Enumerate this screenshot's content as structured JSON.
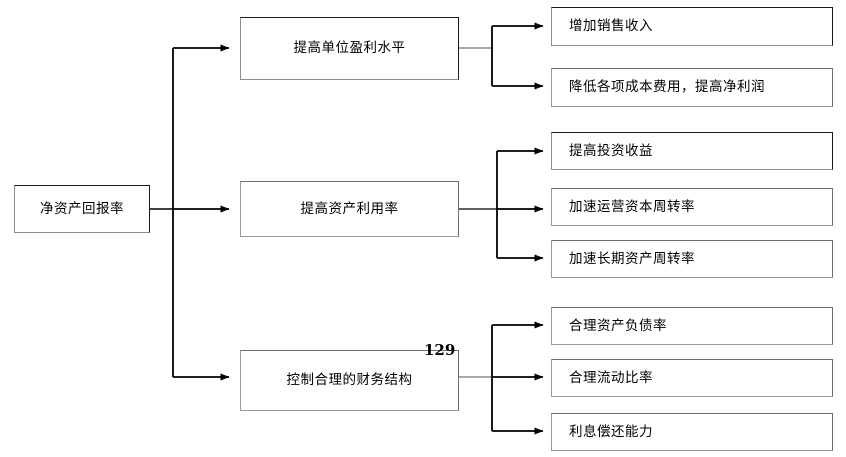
{
  "diagram": {
    "type": "tree-flowchart",
    "orientation": "left-to-right",
    "page_number": "129",
    "colors": {
      "box_border_dark": "#1a1a1a",
      "box_border_light": "#8c8c8c",
      "connector": "#000000",
      "background": "#ffffff",
      "text": "#000000"
    },
    "root": {
      "label": "净资产回报率"
    },
    "branches": [
      {
        "id": "branch-profitability",
        "label": "提高单位盈利水平",
        "children": [
          {
            "label": "增加销售收入"
          },
          {
            "label": "降低各项成本费用，提高净利润"
          }
        ]
      },
      {
        "id": "branch-asset-utilization",
        "label": "提高资产利用率",
        "children": [
          {
            "label": "提高投资收益"
          },
          {
            "label": "加速运营资本周转率"
          },
          {
            "label": "加速长期资产周转率"
          }
        ]
      },
      {
        "id": "branch-financial-structure",
        "label": "控制合理的财务结构",
        "children": [
          {
            "label": "合理资产负债率"
          },
          {
            "label": "合理流动比率"
          },
          {
            "label": "利息偿还能力"
          }
        ]
      }
    ]
  }
}
